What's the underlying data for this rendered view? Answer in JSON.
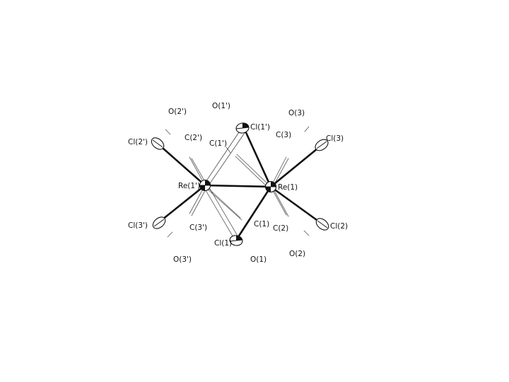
{
  "labels": {
    "o2p": "O(2')",
    "o1p": "O(1')",
    "o3": "O(3)",
    "cl1p": "Cl(1')",
    "c2p": "C(2')",
    "c1p": "C(1')",
    "c3": "C(3)",
    "cl2p": "Cl(2')",
    "cl3": "Cl(3)",
    "re1p": "Re(1')",
    "re1": "Re(1)",
    "cl3p": "Cl(3')",
    "c3p": "C(3')",
    "c1": "C(1)",
    "c2": "C(2)",
    "cl2": "Cl(2)",
    "cl1": "Cl(1)",
    "o3p": "O(3')",
    "o1": "O(1)",
    "o2": "O(2)"
  },
  "colors": {
    "ink": "#111111",
    "background": "#ffffff"
  }
}
